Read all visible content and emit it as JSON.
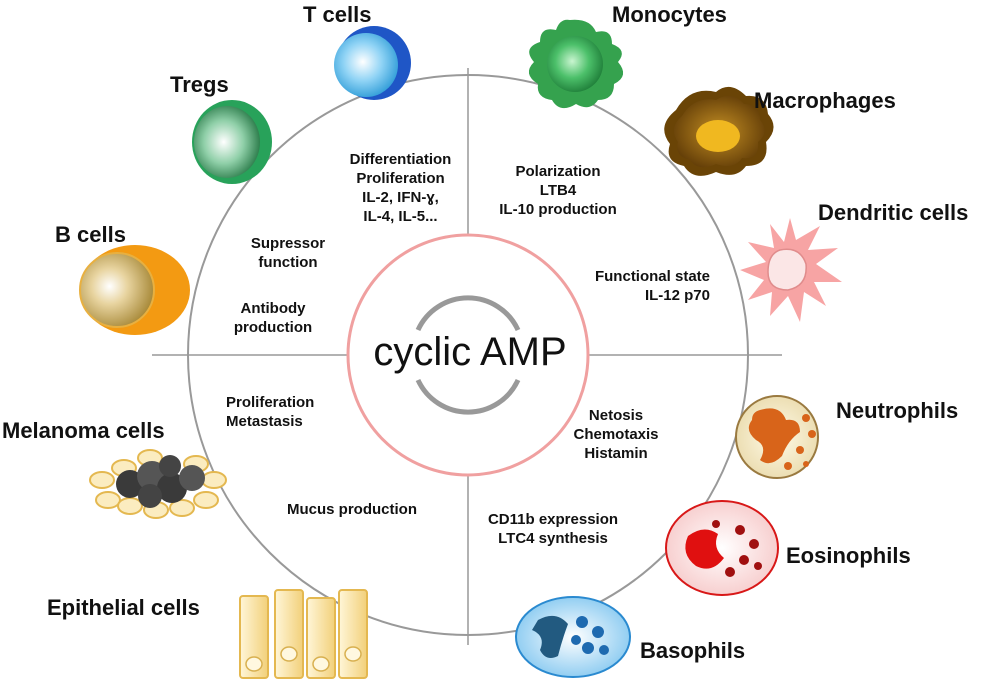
{
  "center_label": "cyclic AMP",
  "cells": {
    "t_cells": "T cells",
    "monocytes": "Monocytes",
    "tregs": "Tregs",
    "macrophages": "Macrophages",
    "dendritic_cells": "Dendritic cells",
    "b_cells": "B cells",
    "melanoma_cells": "Melanoma cells",
    "neutrophils": "Neutrophils",
    "eosinophils": "Eosinophils",
    "epithelial_cells": "Epithelial cells",
    "basophils": "Basophils"
  },
  "functions": {
    "t_cells": [
      "Differentiation",
      "Proliferation",
      "IL-2, IFN-ɣ,",
      "IL-4, IL-5..."
    ],
    "monocytes": [
      "Polarization",
      "LTB4",
      "IL-10 production"
    ],
    "dendritic": [
      "Functional state",
      "IL-12 p70"
    ],
    "tregs": [
      "Supressor",
      "function"
    ],
    "b_cells": [
      "Antibody",
      "production"
    ],
    "melanoma": [
      "Proliferation",
      "Metastasis"
    ],
    "neutrophils": [
      "Netosis",
      "Chemotaxis",
      "Histamin"
    ],
    "epithelial": [
      "Mucus production"
    ],
    "basophils": [
      "CD11b expression",
      "LTC4 synthesis"
    ]
  },
  "colors": {
    "t_cell": "#1a5fd0",
    "treg": "#1f9a52",
    "b_cell": "#f39a12",
    "monocyte": "#2fa24a",
    "macrophage": "#8a5a0a",
    "dendritic": "#f5a0a0",
    "neutrophil": "#d8641a",
    "eosinophil": "#d81818",
    "basophil": "#3aa0e0",
    "epithelial": "#f5d27a",
    "melanoma": "#555555",
    "inner_ring": "#f0a0a0",
    "outer_ring": "#999999"
  }
}
